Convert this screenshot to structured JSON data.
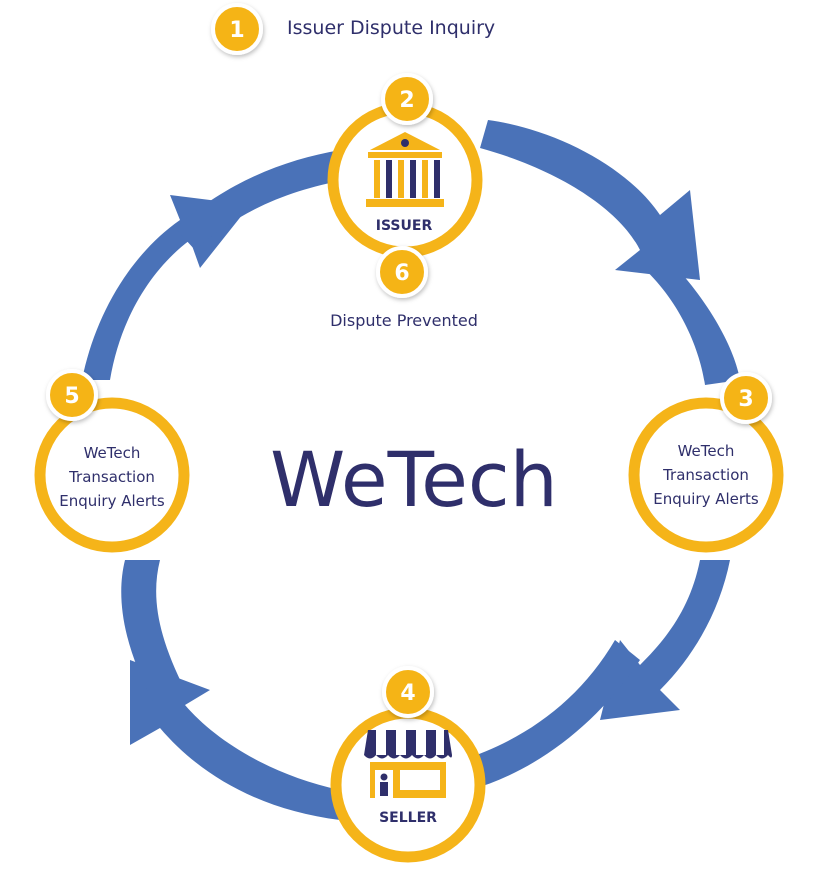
{
  "colors": {
    "ring": "#4a72b8",
    "accent": "#f5b419",
    "text": "#2f2f6b",
    "background": "#ffffff"
  },
  "center_title": "WeTech",
  "legend_step": {
    "number": "1",
    "label": "Issuer Dispute Inquiry"
  },
  "dispute_note": "Dispute Prevented",
  "nodes": {
    "issuer": {
      "number": "2",
      "label": "ISSUER",
      "icon": "bank-icon"
    },
    "alerts_right": {
      "number": "3",
      "lines": [
        "WeTech",
        "Transaction",
        "Enquiry Alerts"
      ]
    },
    "seller": {
      "number": "4",
      "label": "SELLER",
      "icon": "storefront-icon"
    },
    "alerts_left": {
      "number": "5",
      "lines": [
        "WeTech",
        "Transaction",
        "Enquiry Alerts"
      ]
    },
    "prevented": {
      "number": "6"
    }
  }
}
